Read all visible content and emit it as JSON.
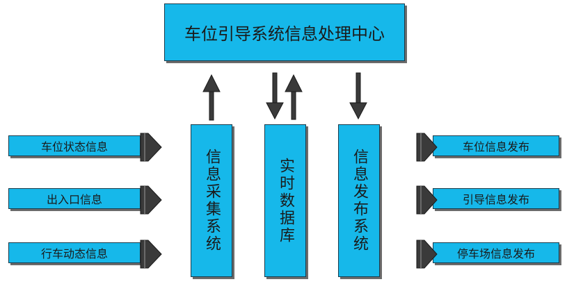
{
  "center": "车位引导系统信息处理中心",
  "subsystems": {
    "collection": "信息采集系统",
    "database": "实时数据库",
    "publish": "信息发布系统"
  },
  "inputs": [
    "车位状态信息",
    "出入口信息",
    "行车动态信息"
  ],
  "outputs": [
    "车位信息发布",
    "引导信息发布",
    "停车场信息发布"
  ],
  "colors": {
    "box_fill": "#16b8ea",
    "arrow": "#3a3a3a"
  }
}
